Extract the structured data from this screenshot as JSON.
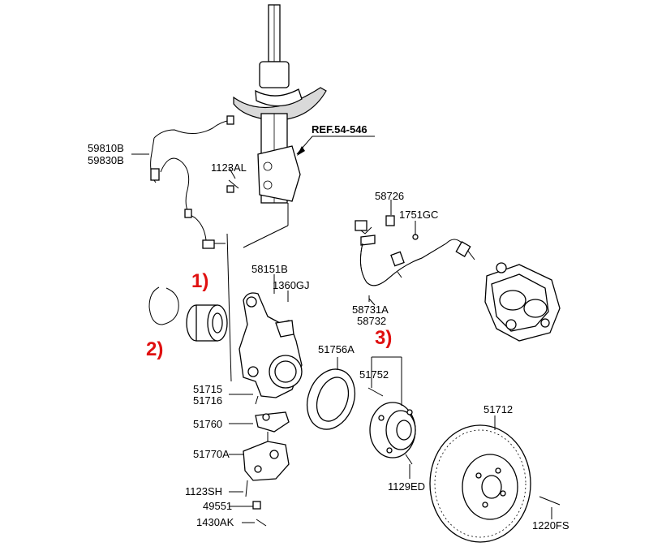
{
  "reference": "REF.54-546",
  "parts": {
    "p59810B": "59810B",
    "p59830B": "59830B",
    "p1123AL": "1123AL",
    "p58726": "58726",
    "p1751GC": "1751GC",
    "p58151B": "58151B",
    "p1360GJ": "1360GJ",
    "p58731A": "58731A",
    "p58732": "58732",
    "p51756A": "51756A",
    "p51752": "51752",
    "p51715": "51715",
    "p51716": "51716",
    "p51760": "51760",
    "p51770A": "51770A",
    "p51712": "51712",
    "p1123SH": "1123SH",
    "p49551": "49551",
    "p1430AK": "1430AK",
    "p1129ED": "1129ED",
    "p1220FS": "1220FS"
  },
  "callouts": {
    "c1": "1)",
    "c2": "2)",
    "c3": "3)"
  }
}
